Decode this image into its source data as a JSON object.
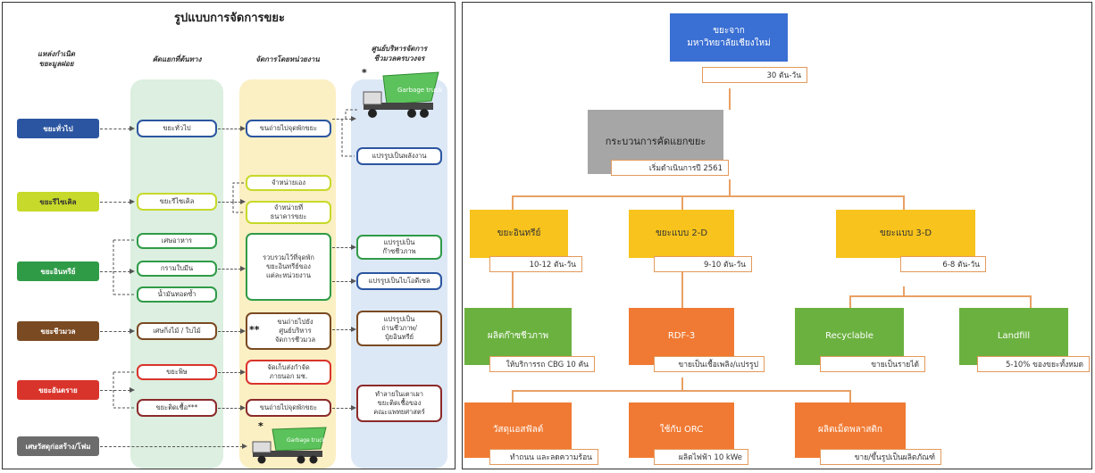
{
  "left": {
    "title": "รูปแบบการจัดการขยะ",
    "headers": [
      "แหล่งกำเนิด\nขยะมูลฝอย",
      "คัดแยกที่ต้นทาง",
      "จัดการโดยหน่วยงาน",
      "ศูนย์บริหารจัดการ\nชีวมวลครบวงจร"
    ],
    "sources": [
      "ขยะทั่วไป",
      "ขยะรีไซเคิล",
      "ขยะอินทรีย์",
      "ขยะชีวมวล",
      "ขยะอันตราย",
      "เศษวัสดุก่อสร้าง/โฟม"
    ],
    "sort": [
      "ขยะทั่วไป",
      "ขยะรีไซเคิล",
      "เศษอาหาร",
      "กรามใบมีน",
      "น้ำมันทอดซ้ำ",
      "เศษกิ่งไม้ / ใบไม้",
      "ขยะพิษ",
      "ขยะติดเชื้อ***"
    ],
    "agency": [
      "ขนถ่ายไปจุดพักขยะ",
      "จำหน่ายเอง",
      "จำหน่ายที่\nธนาคารขยะ",
      "รวบรวมไว้ที่จุดพัก\nขยะอินทรีย์ของ\nแต่ละหน่วยงาน",
      "ขนถ่ายไปยัง\nศูนย์บริหาร\nจัดการชีวมวล",
      "จัดเก็บส่งกำจัด\nภายนอก มช.",
      "ขนถ่ายไปจุดพักขยะ"
    ],
    "center": [
      "แปรรูปเป็นพลังงาน",
      "แปรรูปเป็น\nก๊าซชีวภาพ",
      "แปรรูปเป็นไบโอดีเซล",
      "แปรรูปเป็น\nถ่านชีวภาพ/\nปุ๋ยอินทรีย์",
      "ทำลายในเตาเผา\nขยะติดเชื้อของ\nคณะแพทยศาสตร์"
    ],
    "stars": [
      "*",
      "**",
      "*"
    ],
    "truck_label": "Garbage truck",
    "colors": {
      "general": "#2b55a0",
      "recycle": "#c7d92a",
      "organic": "#2f9b47",
      "biomass": "#7a4a22",
      "hazard": "#d9342b",
      "construction": "#6c6c6c"
    }
  },
  "right": {
    "top": {
      "title": "ขยะจาก\nมหาวิทยาลัยเชียงใหม่",
      "sub": "30 ตัน-วัน"
    },
    "process": {
      "title": "กระบวนการคัดแยกขยะ",
      "sub": "เริ่มดำเนินการปี 2561"
    },
    "level2": [
      {
        "title": "ขยะอินทรีย์",
        "sub": "10-12 ตัน-วัน"
      },
      {
        "title": "ขยะแบบ 2-D",
        "sub": "9-10 ตัน-วัน"
      },
      {
        "title": "ขยะแบบ 3-D",
        "sub": "6-8 ตัน-วัน"
      }
    ],
    "level3": [
      {
        "title": "ผลิตก๊าซชีวภาพ",
        "sub": "ให้บริการรถ CBG 10 คัน"
      },
      {
        "title": "RDF-3",
        "sub": "ขายเป็นเชื้อเพลิง/แปรรูป"
      },
      {
        "title": "Recyclable",
        "sub": "ขายเป็นรายได้"
      },
      {
        "title": "Landfill",
        "sub": "5-10% ของขยะทั้งหมด"
      }
    ],
    "level4": [
      {
        "title": "วัสดุแอสฟัลต์",
        "sub": "ทำถนน และลดความร้อน"
      },
      {
        "title": "ใช้กับ ORC",
        "sub": "ผลิตไฟฟ้า 10 kWe"
      },
      {
        "title": "ผลิตเม็ดพลาสติก",
        "sub": "ขาย/ขึ้นรูปเป็นผลิตภัณฑ์"
      }
    ],
    "colors": {
      "top": "#3a6fd3",
      "process": "#a6a6a6",
      "level2": "#f7c31c",
      "green": "#6bb13f",
      "orange": "#f07a33"
    }
  }
}
